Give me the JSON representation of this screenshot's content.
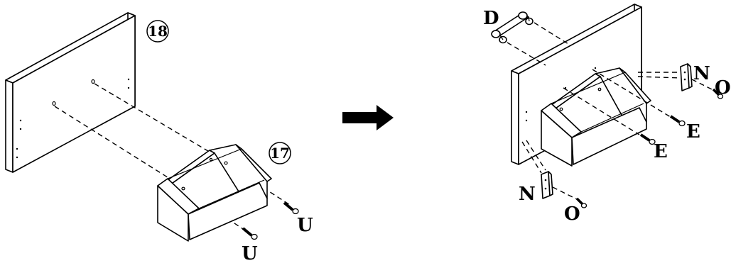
{
  "step_left": {
    "panel_number": "18",
    "box_number": "17",
    "screw_labels": [
      "U",
      "U"
    ]
  },
  "step_right": {
    "handle_label": "D",
    "bracket_labels": [
      "N",
      "N"
    ],
    "screw_labels_o": [
      "O",
      "O"
    ],
    "screw_labels_e": [
      "E",
      "E"
    ]
  },
  "colors": {
    "ink": "#000000",
    "paper": "#ffffff"
  },
  "icons": {
    "arrow": "right-arrow-icon"
  }
}
